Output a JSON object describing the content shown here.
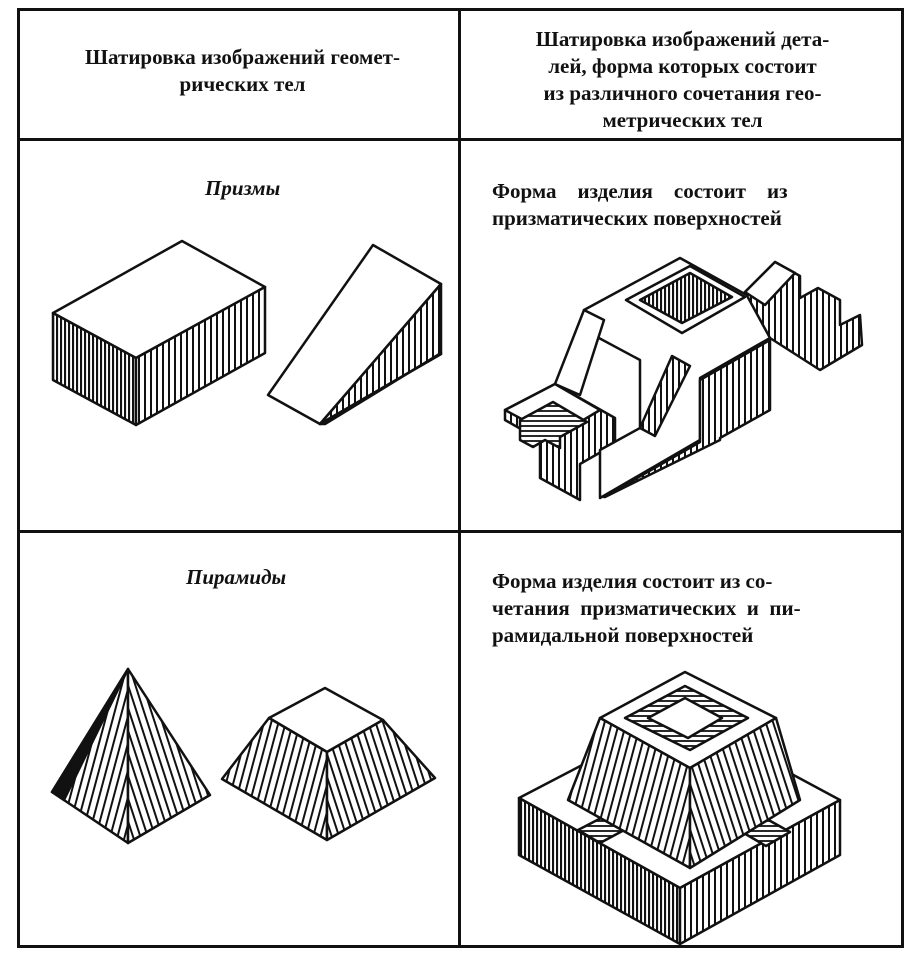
{
  "headers": {
    "left": [
      "Шатировка изображений геомет-",
      "рических тел"
    ],
    "right": [
      "Шатировка изображений дета-",
      "лей, форма которых состоит",
      "из различного сочетания гео-",
      "метрических тел"
    ]
  },
  "rows": [
    {
      "caption": "Призмы",
      "description": [
        "Форма    изделия    состоит    из",
        "призматических поверхностей"
      ]
    },
    {
      "caption": "Пирамиды",
      "description": [
        "Форма изделия состоит из со-",
        "четания  призматических  и  пи-",
        "рамидальной поверхностей"
      ]
    }
  ],
  "colors": {
    "ink": "#111111",
    "paper": "#ffffff"
  }
}
